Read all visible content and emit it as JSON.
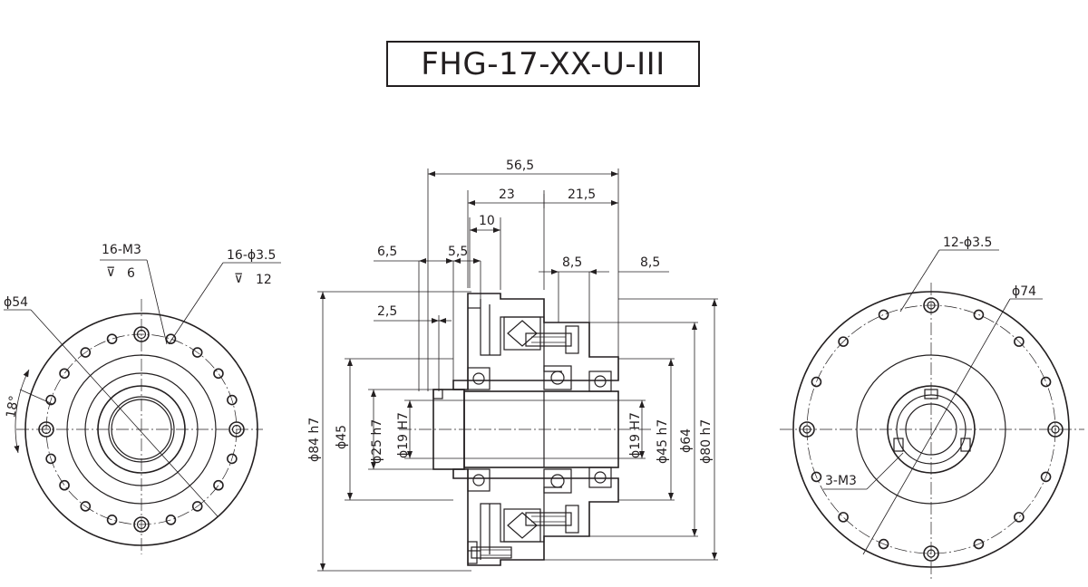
{
  "title": "FHG-17-XX-U-III",
  "left_view": {
    "labels": {
      "tapped_holes": "16-M3",
      "tap_depth": "6",
      "thru_holes": "16-ϕ3.5",
      "cbore_depth": "12",
      "diameter": "ϕ54",
      "angle": "18°"
    }
  },
  "side_view": {
    "top_dims": {
      "overall": "56,5",
      "d23": "23",
      "d21_5": "21,5",
      "d10": "10",
      "d6_5": "6,5",
      "d5_5": "5,5",
      "d8_5_a": "8,5",
      "d8_5_b": "8,5",
      "d2_5": "2,5"
    },
    "diameters": {
      "d84": "ϕ84 h7",
      "d45": "ϕ45",
      "d25": "ϕ25 h7",
      "d19_left": "ϕ19 H7",
      "d19_right": "ϕ19 H7",
      "d45h7": "ϕ45 h7",
      "d64": "ϕ64",
      "d80": "ϕ80 h7"
    }
  },
  "right_view": {
    "labels": {
      "holes": "12-ϕ3.5",
      "diameter": "ϕ74",
      "tapped": "3-M3"
    }
  }
}
